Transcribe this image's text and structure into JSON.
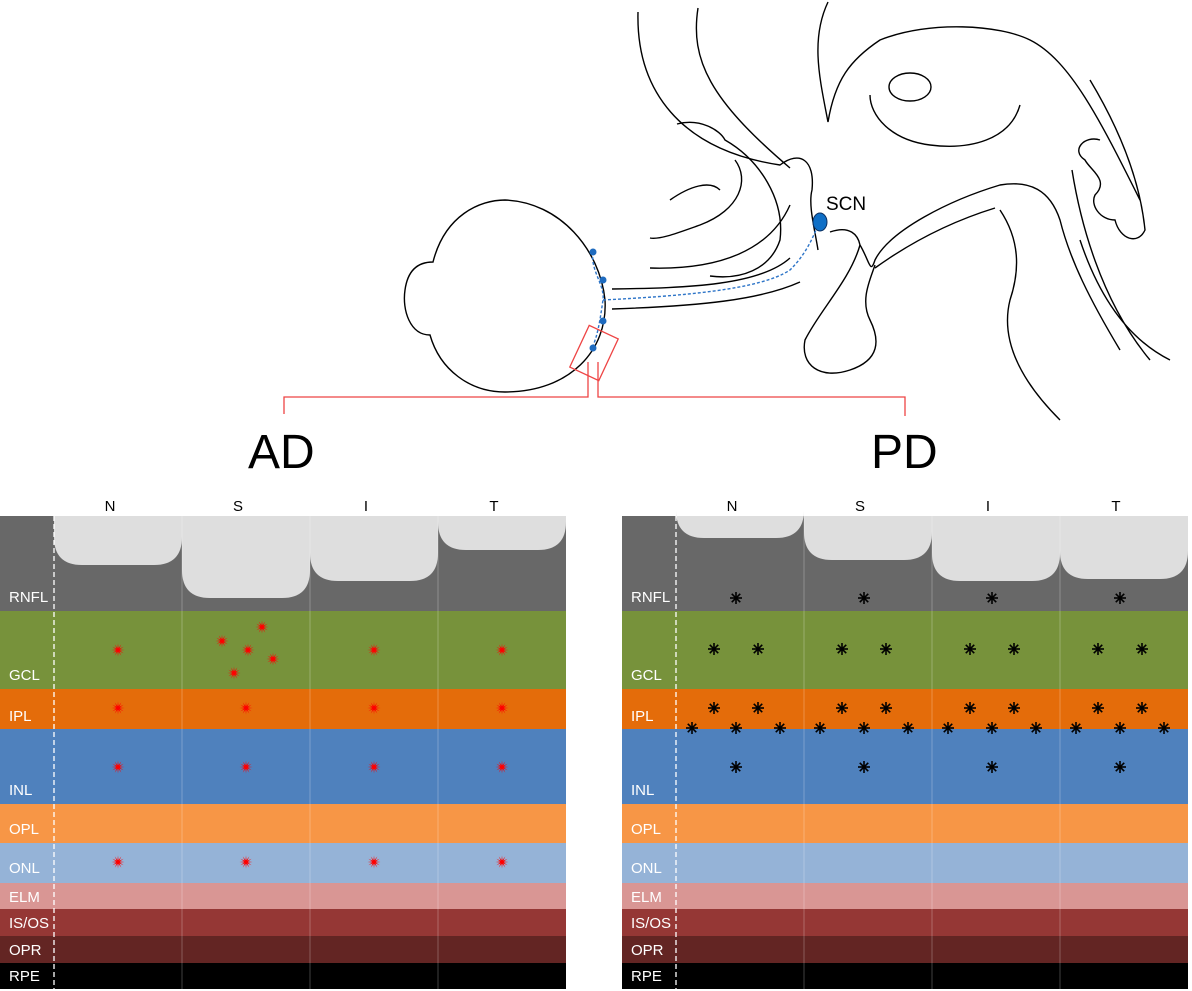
{
  "title_labels": {
    "scn": "SCN",
    "left": "AD",
    "right": "PD"
  },
  "columns": [
    "N",
    "S",
    "I",
    "T"
  ],
  "layers": [
    {
      "name": "RNFL",
      "color": "#686868"
    },
    {
      "name": "GCL",
      "color": "#77923b"
    },
    {
      "name": "IPL",
      "color": "#e46c0a"
    },
    {
      "name": "INL",
      "color": "#4f81bd"
    },
    {
      "name": "OPL",
      "color": "#f79646"
    },
    {
      "name": "ONL",
      "color": "#95b3d7"
    },
    {
      "name": "ELM",
      "color": "#d99694"
    },
    {
      "name": "IS/OS",
      "color": "#953735"
    },
    {
      "name": "OPR",
      "color": "#632523"
    },
    {
      "name": "RPE",
      "color": "#000000"
    }
  ],
  "colors": {
    "bump": "#dedede",
    "ad_marker": "#ff0000",
    "pd_marker": "#000000",
    "pathway": "#2e75c8",
    "callout": "#ee4444"
  }
}
